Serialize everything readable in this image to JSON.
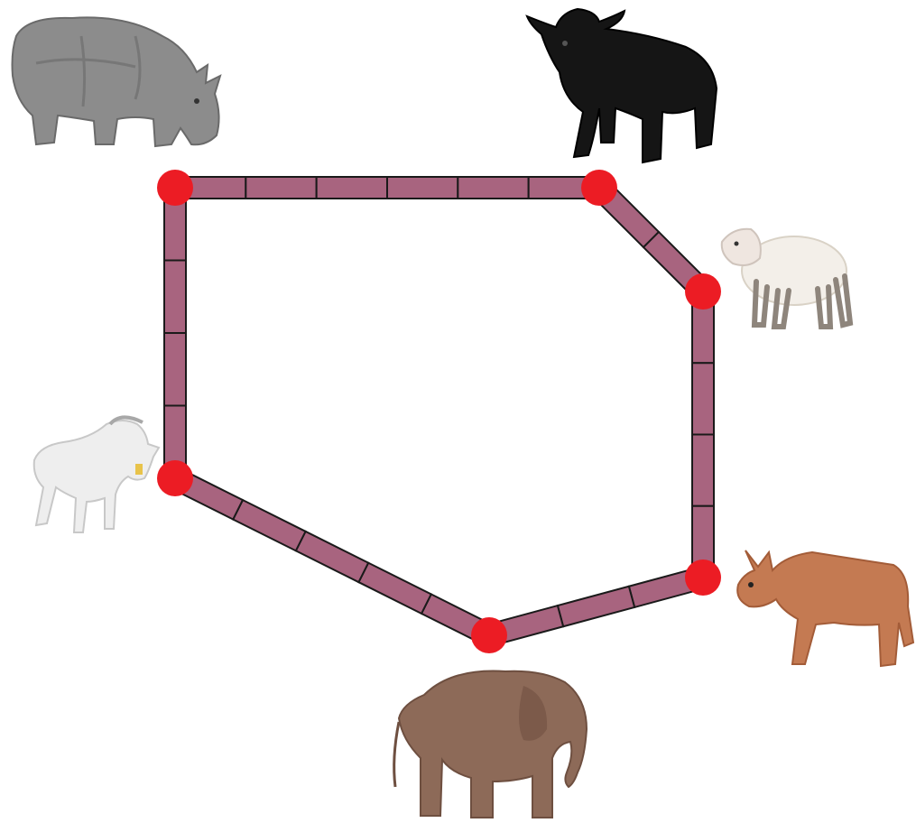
{
  "diagram": {
    "colors": {
      "path_fill": "#a8647f",
      "path_outline": "#1a1a1a",
      "node": "#ec1c24",
      "background": "#ffffff"
    },
    "nodes": [
      {
        "id": "n-rhino",
        "animal": "rhinoceros"
      },
      {
        "id": "n-bull",
        "animal": "bull"
      },
      {
        "id": "n-sheep",
        "animal": "sheep"
      },
      {
        "id": "n-zebu",
        "animal": "zebu"
      },
      {
        "id": "n-elephant",
        "animal": "elephant"
      },
      {
        "id": "n-goat",
        "animal": "goat"
      }
    ],
    "edges": [
      {
        "from": "n-rhino",
        "to": "n-bull",
        "segments": 6
      },
      {
        "from": "n-bull",
        "to": "n-sheep",
        "segments": 2
      },
      {
        "from": "n-sheep",
        "to": "n-zebu",
        "segments": 4
      },
      {
        "from": "n-zebu",
        "to": "n-elephant",
        "segments": 3
      },
      {
        "from": "n-elephant",
        "to": "n-goat",
        "segments": 5
      },
      {
        "from": "n-goat",
        "to": "n-rhino",
        "segments": 4
      }
    ],
    "animals": [
      "rhinoceros",
      "bull",
      "sheep",
      "zebu",
      "elephant",
      "goat"
    ]
  }
}
